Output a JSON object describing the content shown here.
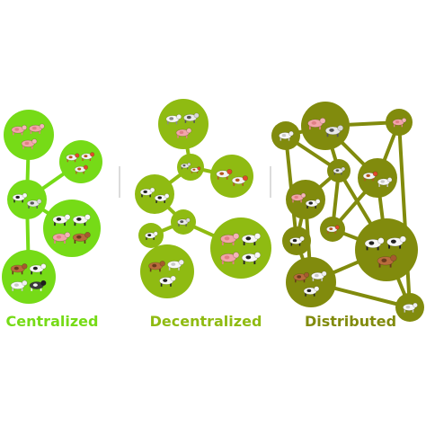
{
  "colors": {
    "centralized": "#76db17",
    "decentralized": "#8fbb12",
    "distributed": "#818b0d",
    "separator": "#d9d9d9"
  },
  "panels": [
    {
      "name": "centralized",
      "label": "Centralized",
      "nodes": [
        {
          "id": "c1",
          "animals": [
            "pig",
            "pig",
            "pig"
          ]
        },
        {
          "id": "c2",
          "animals": [
            "chicken",
            "chicken",
            "chicken"
          ]
        },
        {
          "id": "c3",
          "animals": [
            "cow",
            "dog"
          ]
        },
        {
          "id": "c4",
          "animals": [
            "cow",
            "cow",
            "pig",
            "horse"
          ]
        },
        {
          "id": "c5",
          "animals": [
            "horse",
            "cow",
            "goat",
            "sheep"
          ]
        }
      ],
      "edges": [
        [
          "c1",
          "c3"
        ],
        [
          "c2",
          "c3"
        ],
        [
          "c3",
          "c4"
        ],
        [
          "c3",
          "c5"
        ]
      ]
    },
    {
      "name": "decentralized",
      "label": "Decentralized",
      "nodes": [
        {
          "id": "d1",
          "animals": [
            "cat",
            "dog",
            "pig"
          ]
        },
        {
          "id": "d2",
          "animals": [
            "dog",
            "chicken"
          ]
        },
        {
          "id": "d3",
          "animals": [
            "chicken",
            "chicken"
          ]
        },
        {
          "id": "d4",
          "animals": [
            "cow",
            "cow"
          ]
        },
        {
          "id": "d5",
          "animals": [
            "dog"
          ]
        },
        {
          "id": "d6",
          "animals": [
            "cow"
          ]
        },
        {
          "id": "d7",
          "animals": [
            "pig",
            "cow",
            "pig",
            "cow"
          ]
        },
        {
          "id": "d8",
          "animals": [
            "horse",
            "goat",
            "cow"
          ]
        }
      ],
      "edges": [
        [
          "d1",
          "d2"
        ],
        [
          "d2",
          "d3"
        ],
        [
          "d2",
          "d4"
        ],
        [
          "d4",
          "d5"
        ],
        [
          "d5",
          "d6"
        ],
        [
          "d5",
          "d7"
        ],
        [
          "d6",
          "d8"
        ]
      ]
    },
    {
      "name": "distributed",
      "label": "Distributed",
      "nodes": [
        {
          "id": "t1",
          "animals": [
            "goat"
          ]
        },
        {
          "id": "t2",
          "animals": [
            "pig",
            "dog"
          ]
        },
        {
          "id": "t3",
          "animals": [
            "pig"
          ]
        },
        {
          "id": "t4",
          "animals": [
            "dog"
          ]
        },
        {
          "id": "t5",
          "animals": [
            "chicken",
            "goat"
          ]
        },
        {
          "id": "t6",
          "animals": [
            "pig",
            "cow"
          ]
        },
        {
          "id": "t7",
          "animals": [
            "cow"
          ]
        },
        {
          "id": "t8",
          "animals": [
            "chicken"
          ]
        },
        {
          "id": "t9",
          "animals": [
            "cow",
            "cow",
            "horse"
          ]
        },
        {
          "id": "t10",
          "animals": [
            "horse",
            "goat",
            "cow"
          ]
        },
        {
          "id": "t11",
          "animals": [
            "goat"
          ]
        }
      ],
      "edges": [
        [
          "t1",
          "t2"
        ],
        [
          "t2",
          "t3"
        ],
        [
          "t1",
          "t4"
        ],
        [
          "t2",
          "t4"
        ],
        [
          "t2",
          "t5"
        ],
        [
          "t3",
          "t5"
        ],
        [
          "t4",
          "t6"
        ],
        [
          "t4",
          "t8"
        ],
        [
          "t5",
          "t9"
        ],
        [
          "t6",
          "t7"
        ],
        [
          "t6",
          "t10"
        ],
        [
          "t7",
          "t10"
        ],
        [
          "t8",
          "t9"
        ],
        [
          "t9",
          "t11"
        ],
        [
          "t10",
          "t11"
        ],
        [
          "t3",
          "t11"
        ],
        [
          "t1",
          "t7"
        ],
        [
          "t4",
          "t9"
        ],
        [
          "t9",
          "t10"
        ],
        [
          "t5",
          "t8"
        ]
      ]
    }
  ]
}
